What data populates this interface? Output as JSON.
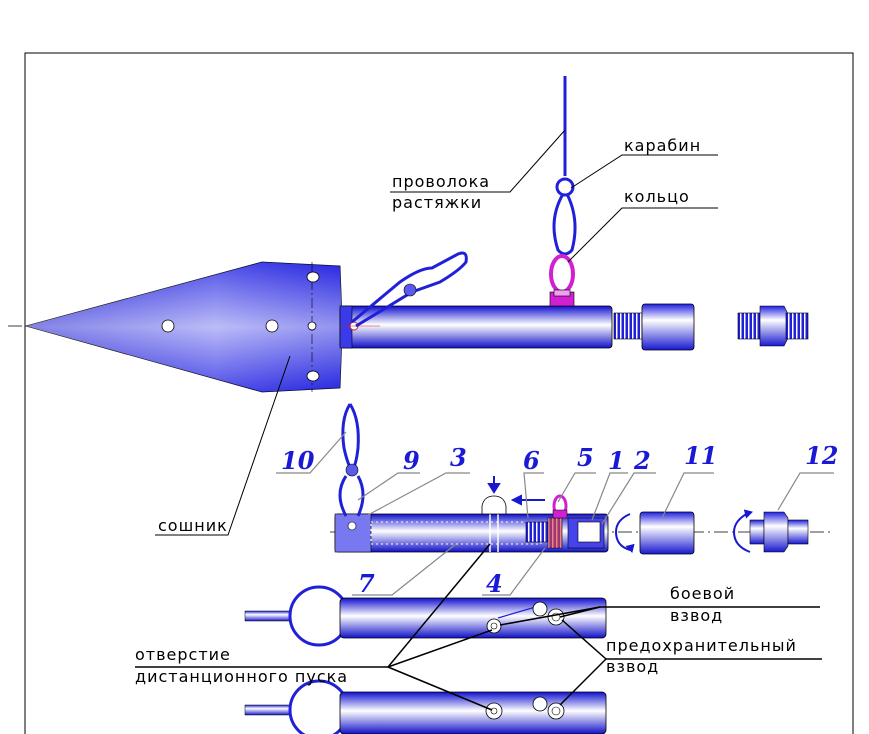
{
  "labels": {
    "carabiner": "карабин",
    "ring": "кольцо",
    "wire_line1": "проволока",
    "wire_line2": "растяжки",
    "coulter": "сошник",
    "combat_line1": "боевой",
    "combat_line2": "взвод",
    "safety_line1": "предохранительный",
    "safety_line2": "взвод",
    "hole_line1": "отверстие",
    "hole_line2": "дистанционного пуска"
  },
  "part_numbers": {
    "n10": "10",
    "n9": "9",
    "n3": "3",
    "n6": "6",
    "n5": "5",
    "n1": "1",
    "n2": "2",
    "n11": "11",
    "n12": "12",
    "n7": "7",
    "n4": "4"
  },
  "colors": {
    "body_blue": "#2a2ae6",
    "number_blue": "#1a1ad6",
    "ring_magenta": "#d020d0",
    "outline": "#000000"
  }
}
